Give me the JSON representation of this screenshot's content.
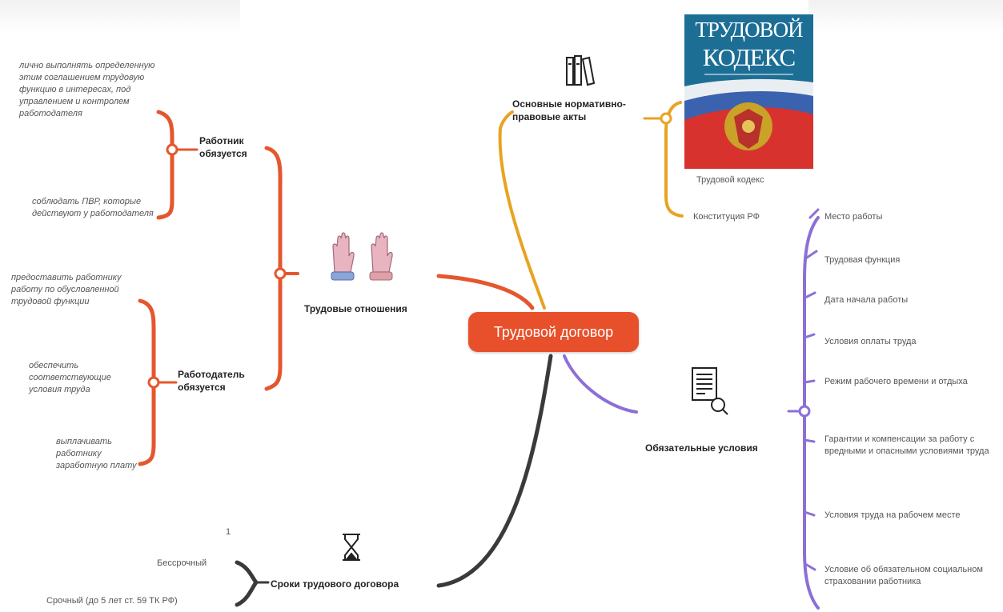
{
  "center": {
    "label": "Трудовой договор",
    "color": "#e8502b"
  },
  "branches": {
    "labor_relations": {
      "title": "Трудовые отношения",
      "color": "#e4572e",
      "icon": "raised-hands-icon",
      "employee": {
        "title": "Работник обязуется",
        "items": [
          "лично выполнять определенную этим соглашением трудовую функцию в интересах, под управлением и контролем работодателя",
          "соблюдать ПВР, которые действуют у работодателя"
        ]
      },
      "employer": {
        "title": "Работодатель обязуется",
        "items": [
          "предоставить работнику работу по обусловленной трудовой функции",
          "обеспечить соответствующие условия труда",
          "выплачивать работнику заработную плату"
        ]
      }
    },
    "legal_acts": {
      "title": "Основные нормативно-правовые акты",
      "color": "#e8a321",
      "icon": "books-icon",
      "items": [
        "Трудовой кодекс",
        "Конституция РФ"
      ],
      "book_cover": {
        "line1": "ТРУДОВОЙ",
        "line2": "КОДЕКС"
      }
    },
    "conditions": {
      "title": "Обязательные условия",
      "color": "#8c6fd6",
      "icon": "document-search-icon",
      "items": [
        "Место работы",
        "Трудовая функция",
        "Дата начала работы",
        "Условия оплаты труда",
        "Режим рабочего времени и отдыха",
        "Гарантии и компенсации за работу с вредными и опасными условиями труда",
        "Условия труда на рабочем месте",
        "Условие об обязательном социальном страховании работника"
      ]
    },
    "terms": {
      "title": "Сроки трудового договора",
      "color": "#3a3a3a",
      "icon": "hourglass-icon",
      "number": "1",
      "items": [
        "Бессрочный",
        "Срочный (до 5 лет ст. 59 ТК РФ)"
      ]
    }
  }
}
